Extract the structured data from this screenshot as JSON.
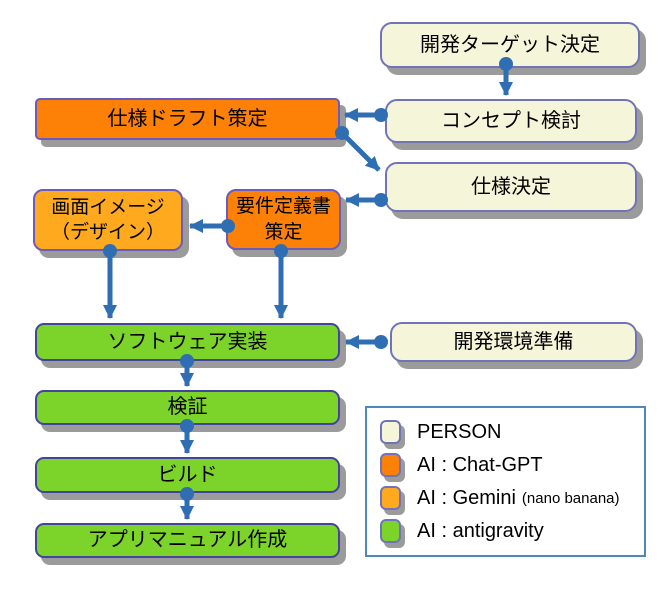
{
  "diagram": {
    "nodes": [
      {
        "id": "dev-target",
        "label": "開発ターゲット決定",
        "type": "person"
      },
      {
        "id": "concept",
        "label": "コンセプト検討",
        "type": "person"
      },
      {
        "id": "spec-draft",
        "label": "仕様ドラフト策定",
        "type": "chatgpt"
      },
      {
        "id": "spec-decision",
        "label": "仕様決定",
        "type": "person"
      },
      {
        "id": "screen-image",
        "label": "画面イメージ（デザイン）",
        "line1": "画面イメージ",
        "line2": "（デザイン）",
        "type": "gemini"
      },
      {
        "id": "requirements",
        "label": "要件定義書策定",
        "line1": "要件定義書",
        "line2": "策定",
        "type": "chatgpt"
      },
      {
        "id": "software-impl",
        "label": "ソフトウェア実装",
        "type": "antigravity"
      },
      {
        "id": "dev-env",
        "label": "開発環境準備",
        "type": "person"
      },
      {
        "id": "verify",
        "label": "検証",
        "type": "antigravity"
      },
      {
        "id": "build",
        "label": "ビルド",
        "type": "antigravity"
      },
      {
        "id": "manual",
        "label": "アプリマニュアル作成",
        "type": "antigravity"
      }
    ],
    "edges": [
      {
        "from": "dev-target",
        "to": "concept"
      },
      {
        "from": "concept",
        "to": "spec-draft"
      },
      {
        "from": "spec-draft",
        "to": "spec-decision"
      },
      {
        "from": "spec-decision",
        "to": "requirements"
      },
      {
        "from": "requirements",
        "to": "screen-image"
      },
      {
        "from": "screen-image",
        "to": "software-impl"
      },
      {
        "from": "requirements",
        "to": "software-impl"
      },
      {
        "from": "dev-env",
        "to": "software-impl"
      },
      {
        "from": "software-impl",
        "to": "verify"
      },
      {
        "from": "verify",
        "to": "build"
      },
      {
        "from": "build",
        "to": "manual"
      }
    ]
  },
  "legend": {
    "items": [
      {
        "label": "PERSON",
        "color": "#f5f5da"
      },
      {
        "label": "AI : Chat-GPT",
        "color": "#fc8106"
      },
      {
        "label": "AI : Gemini",
        "suffix": "(nano banana)",
        "color": "#ffa91f"
      },
      {
        "label": "AI : antigravity",
        "color": "#7cd32a"
      }
    ]
  },
  "colors": {
    "arrow": "#2f6eb3",
    "shadow": "#9b9b9b",
    "person_border": "#7173b8",
    "ai_border": "#6c5bbe",
    "legend_border": "#4e86c0",
    "background": "#ffffff"
  }
}
